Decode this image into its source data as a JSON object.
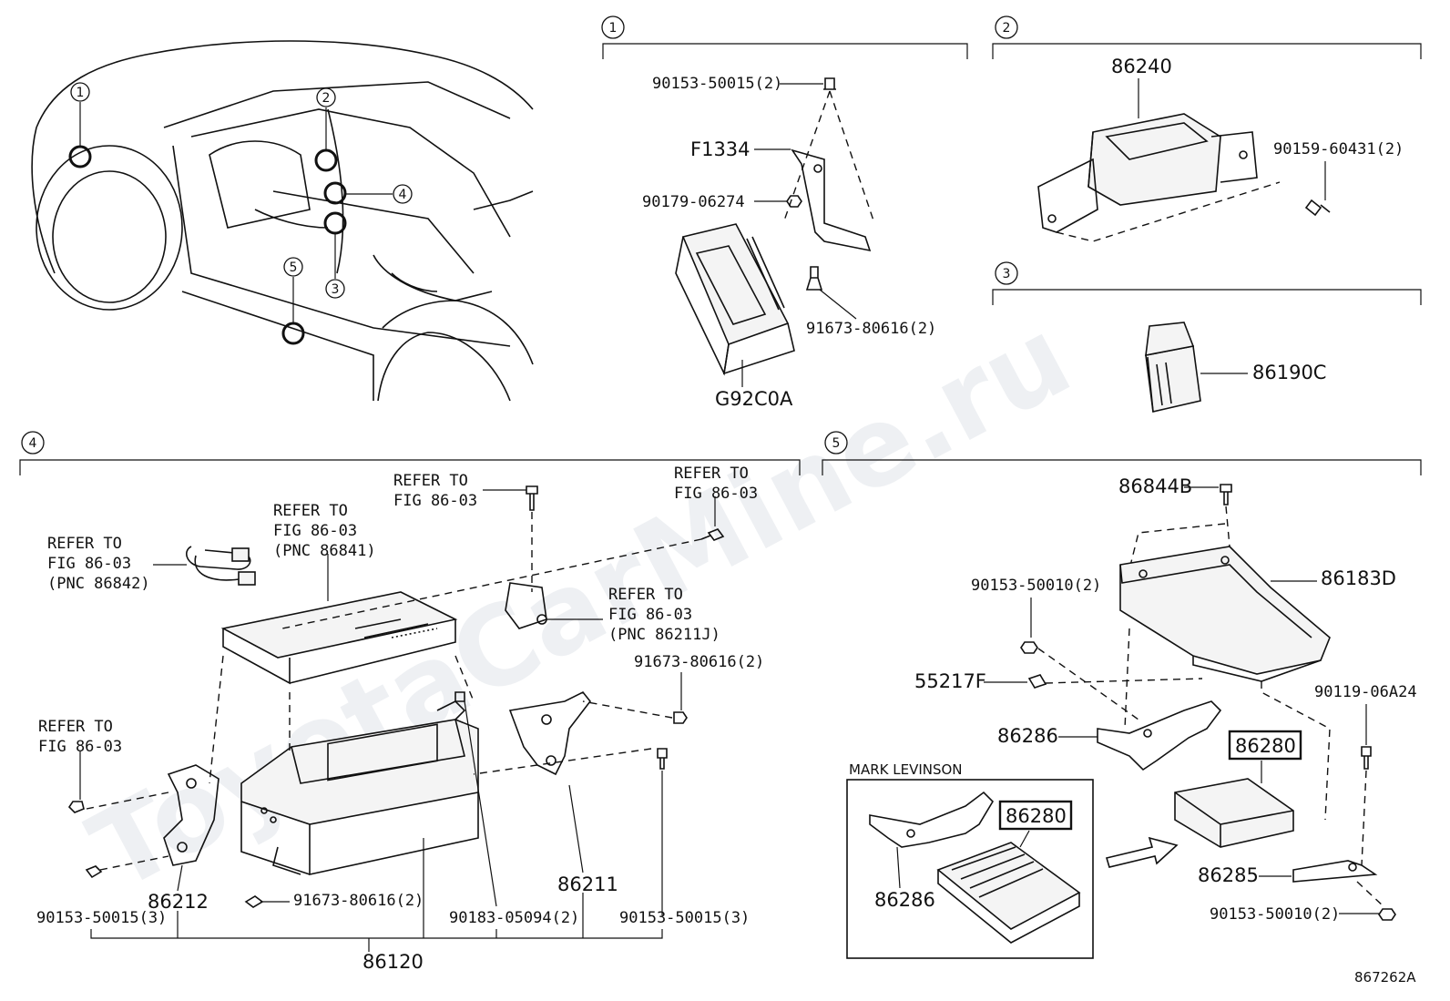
{
  "watermark": "ToyotaCarMine.ru",
  "diagram_code": "867262A",
  "sections": {
    "s1": {
      "num": "1"
    },
    "s2": {
      "num": "2"
    },
    "s3": {
      "num": "3"
    },
    "s4": {
      "num": "4"
    },
    "s5": {
      "num": "5"
    }
  },
  "overview": {
    "callouts": [
      "1",
      "2",
      "3",
      "4",
      "5"
    ]
  },
  "section1": {
    "bolt_top": "90153-50015(2)",
    "bracket": "F1334",
    "nut": "90179-06274",
    "screw": "91673-80616(2)",
    "module": "G92C0A"
  },
  "section2": {
    "ecu": "86240",
    "bolt": "90159-60431(2)"
  },
  "section3": {
    "part": "86190C"
  },
  "section4": {
    "ref1": [
      "REFER TO",
      "FIG 86-03"
    ],
    "ref2": [
      "REFER TO",
      "FIG 86-03"
    ],
    "ref3": [
      "REFER TO",
      "FIG 86-03",
      "(PNC 86841)"
    ],
    "ref4": [
      "REFER TO",
      "FIG 86-03",
      "(PNC 86842)"
    ],
    "ref5": [
      "REFER TO",
      "FIG 86-03",
      "(PNC 86211J)"
    ],
    "ref6": [
      "REFER TO",
      "FIG 86-03"
    ],
    "screw_right": "91673-80616(2)",
    "bracket_left": "86212",
    "screw_bottom": "91673-80616(2)",
    "bracket_right": "86211",
    "bolt_left": "90153-50015(3)",
    "clip": "90183-05094(2)",
    "bolt_right": "90153-50015(3)",
    "assembly": "86120"
  },
  "section5": {
    "bolt_top": "86844B",
    "cover": "86183D",
    "bolt_left": "90153-50010(2)",
    "clip": "55217F",
    "bolt_right": "90119-06A24",
    "bracket": "86286",
    "amplifier": "86280",
    "bracket_lower": "86285",
    "bolt_bottom": "90153-50010(2)",
    "variant": {
      "title": "MARK LEVINSON",
      "amplifier": "86280",
      "bracket": "86286"
    }
  }
}
